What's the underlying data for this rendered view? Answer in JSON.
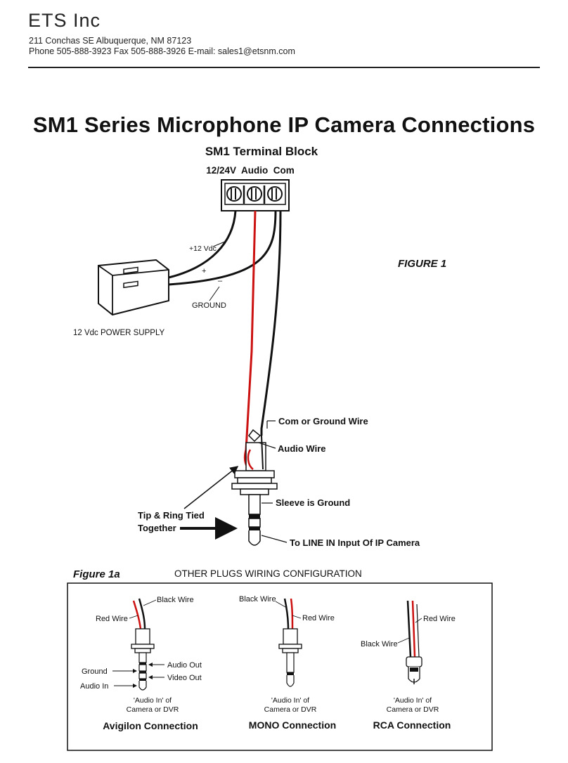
{
  "header": {
    "company": "ETS Inc",
    "address": "211 Conchas SE Albuquerque, NM 87123",
    "contact": "Phone 505-888-3923  Fax 505-888-3926  E-mail: sales1@etsnm.com"
  },
  "title": "SM1 Series Microphone IP Camera Connections",
  "figure1": {
    "terminal_block_title": "SM1 Terminal Block",
    "terminal_labels": "12/24V  Audio  Com",
    "figure_label": "FIGURE 1",
    "plus_12vdc": "+12 Vdc",
    "plus": "+",
    "minus": "–",
    "ground": "GROUND",
    "power_supply": "12 Vdc POWER SUPPLY",
    "com_ground_wire": "Com or Ground Wire",
    "audio_wire": "Audio Wire",
    "sleeve_ground": "Sleeve is Ground",
    "tip_ring_1": "Tip & Ring Tied",
    "tip_ring_2": "Together",
    "line_in": "To LINE IN Input Of IP Camera"
  },
  "figure1a": {
    "label": "Figure 1a",
    "heading": "OTHER PLUGS WIRING CONFIGURATION",
    "avigilon": {
      "black_wire": "Black Wire",
      "red_wire": "Red Wire",
      "ground": "Ground",
      "audio_in": "Audio In",
      "audio_out": "Audio Out",
      "video_out": "Video Out",
      "caption1": "'Audio In' of",
      "caption2": "Camera or DVR",
      "name": "Avigilon Connection"
    },
    "mono": {
      "black_wire": "Black Wire",
      "red_wire": "Red Wire",
      "caption1": "'Audio In' of",
      "caption2": "Camera or DVR",
      "name": "MONO Connection"
    },
    "rca": {
      "red_wire": "Red Wire",
      "black_wire": "Black Wire",
      "caption1": "'Audio In' of",
      "caption2": "Camera or DVR",
      "name": "RCA Connection"
    }
  },
  "colors": {
    "red_wire": "#cc1111",
    "black_wire": "#111111"
  }
}
